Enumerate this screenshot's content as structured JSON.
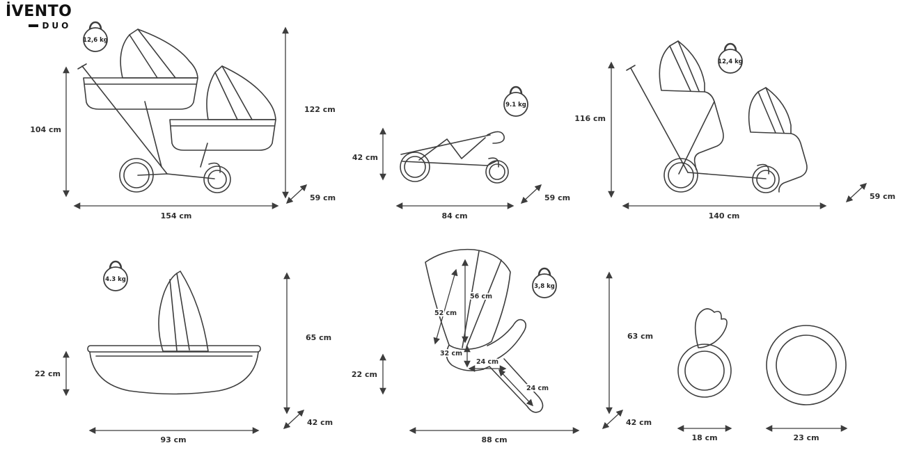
{
  "logo": {
    "title": "İVENTO",
    "subtitle": "DUO"
  },
  "colors": {
    "line": "#3d3d3d",
    "text": "#2e2e2e",
    "background": "#ffffff"
  },
  "icons": {
    "weight_icon": "kettlebell-icon"
  },
  "pram_duo": {
    "weight": "12,6 kg",
    "height_left": "104 cm",
    "height_right": "122 cm",
    "length": "154 cm",
    "width": "59 cm"
  },
  "folded": {
    "weight": "9.1 kg",
    "height": "42 cm",
    "length": "84 cm",
    "width": "59 cm"
  },
  "stroller_duo": {
    "weight": "12,4 kg",
    "height": "116 cm",
    "length": "140 cm",
    "width": "59 cm"
  },
  "carrycot": {
    "weight": "4.3 kg",
    "basket_height": "22 cm",
    "height": "65 cm",
    "length": "93 cm",
    "width": "42 cm"
  },
  "seat": {
    "weight": "3,8 kg",
    "backrest_height": "56 cm",
    "backrest_length": "52 cm",
    "seat_back_gap": "32 cm",
    "seat_depth": "24 cm",
    "legrest_length": "24 cm",
    "side_height": "22 cm",
    "height": "63 cm",
    "length": "88 cm",
    "width": "42 cm"
  },
  "wheels": {
    "front_diameter": "18 cm",
    "rear_diameter": "23 cm"
  }
}
